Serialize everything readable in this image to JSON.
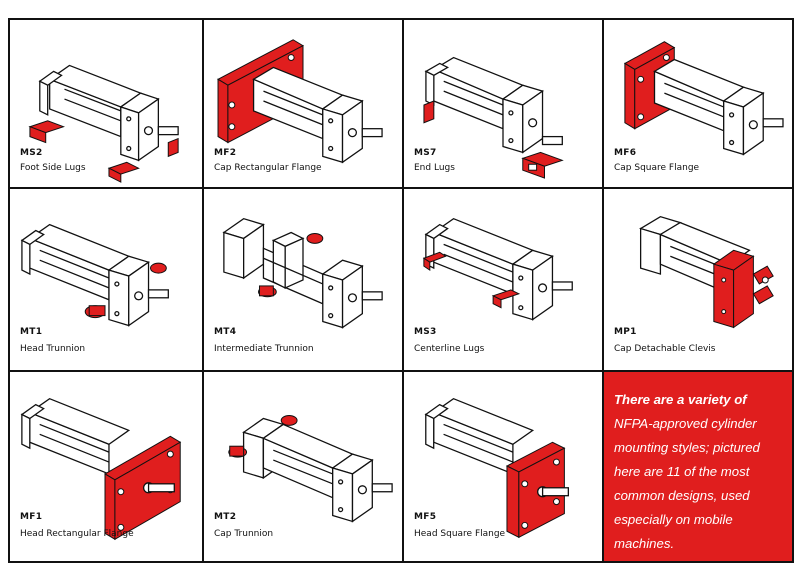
{
  "colors": {
    "accent": "#e01e1e",
    "line": "#111111",
    "body": "#ffffff"
  },
  "cells": [
    {
      "code": "MS2",
      "label": "Foot Side Lugs"
    },
    {
      "code": "MF2",
      "label": "Cap Rectangular Flange"
    },
    {
      "code": "MS7",
      "label": "End Lugs"
    },
    {
      "code": "MF6",
      "label": "Cap Square Flange"
    },
    {
      "code": "MT1",
      "label": "Head Trunnion"
    },
    {
      "code": "MT4",
      "label": "Intermediate Trunnion"
    },
    {
      "code": "MS3",
      "label": "Centerline Lugs"
    },
    {
      "code": "MP1",
      "label": "Cap Detachable Clevis"
    },
    {
      "code": "MF1",
      "label": "Head Rectangular Flange"
    },
    {
      "code": "MT2",
      "label": "Cap Trunnion"
    },
    {
      "code": "MF5",
      "label": "Head Square Flange"
    }
  ],
  "note": {
    "lead": "There are a variety of",
    "body": "NFPA-approved cylinder mounting styles; pictured here are 11 of the most common designs, used especially on mobile machines."
  }
}
